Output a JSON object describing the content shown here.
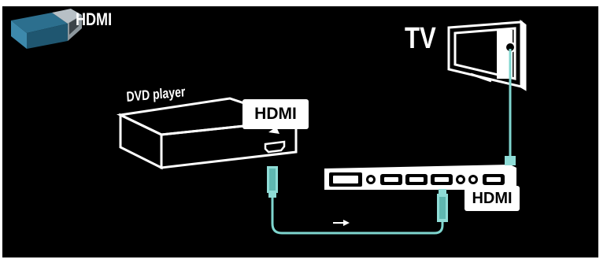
{
  "cable_type_label": "HDMI",
  "tv_label": "TV",
  "dvd_player_label": "DVD player",
  "dvd_port_callout": "HDMI",
  "tv_port_callout": "HDMI",
  "colors": {
    "background": "#000000",
    "device_line": "#ffffff",
    "cable": "#7fd6cf",
    "plug": "#8fdcd6"
  },
  "icons": [
    "hdmi-plug-icon",
    "tv-icon",
    "dvd-player-icon",
    "tv-port-panel-icon",
    "direction-arrow-icon"
  ]
}
